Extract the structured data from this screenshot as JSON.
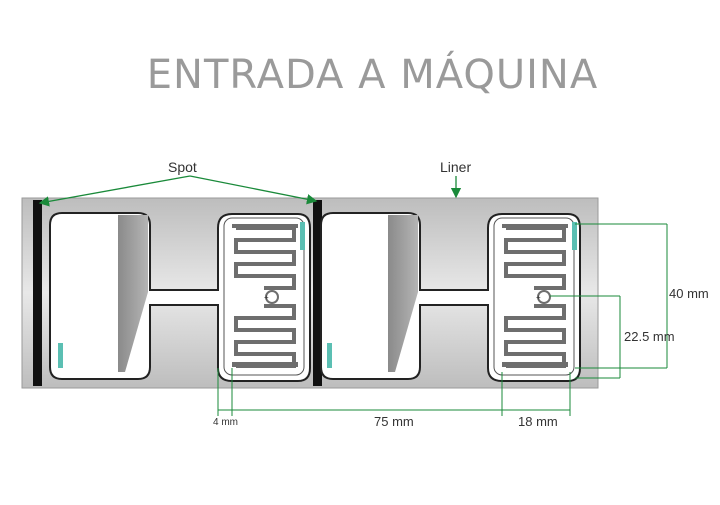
{
  "title": "ENTRADA A MÁQUINA",
  "labels": {
    "spot": "Spot",
    "liner": "Liner",
    "gap": "4 mm",
    "pitch": "75 mm",
    "width": "18 mm",
    "height": "40 mm",
    "chip_offset": "22.5 mm"
  },
  "colors": {
    "liner": "#c8c8c8",
    "dimension_line": "#1a8a3a",
    "spot": "#111111",
    "teal_mark": "#5bbfb3",
    "antenna": "#6e6e6e"
  }
}
